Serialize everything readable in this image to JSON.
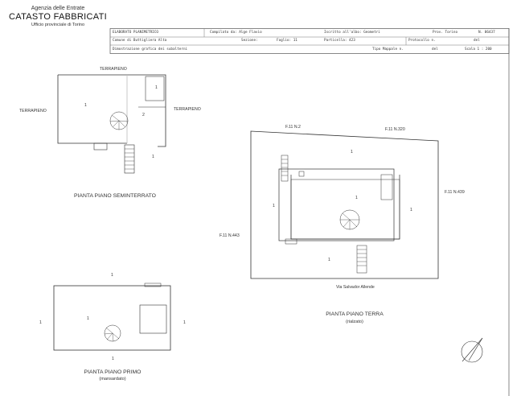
{
  "header": {
    "agency_line1": "Agenzia delle Entrate",
    "agency_line2": "CATASTO FABBRICATI",
    "agency_line3": "Ufficio provinciale di  Torino",
    "row1": {
      "doc_type": "ELABORATO PLANIMETRICO",
      "compiled_by": "Compilato da: Alge Flavio",
      "registered": "Iscritto all'albo: Geometri",
      "province": "Prov. Torino",
      "number": "N. 06437"
    },
    "row2": {
      "municipality": "Comune di Buttigliera Alta",
      "section_label": "Sezione:",
      "sheet": "Foglio: 11",
      "parcel": "Particella: 423",
      "protocol_label": "Protocollo n.",
      "protocol_date_label": "del"
    },
    "row3": {
      "description": "Dimostrazione grafica dei subalterni",
      "map_type": "Tipo Mappale n.",
      "map_date_label": "del",
      "scale": "Scala 1 : 200"
    }
  },
  "plans": {
    "seminterrato": {
      "title": "PIANTA PIANO SEMINTERRATO",
      "label_top": "TERRAPIENO",
      "label_left": "TERRAPIENO",
      "label_right": "TERRAPIENO",
      "n1": "1",
      "n2": "1",
      "n3": "2",
      "n4": "1"
    },
    "terra": {
      "title": "PIANTA PIANO TERRA",
      "subtitle": "(rialzato)",
      "f_top_left": "F.11 N.2",
      "f_top_right": "F.11 N.320",
      "f_right": "F.11 N.439",
      "f_left": "F.11 N.443",
      "street": "Via Salvador Allende",
      "n1": "1",
      "n2": "1",
      "n3": "1",
      "n4": "1",
      "n5": "1"
    },
    "primo": {
      "title": "PIANTA PIANO PRIMO",
      "subtitle": "(mansardato)",
      "n_top": "1",
      "n_left": "1",
      "n_inner": "1",
      "n_right": "1",
      "n_bottom": "1"
    }
  }
}
